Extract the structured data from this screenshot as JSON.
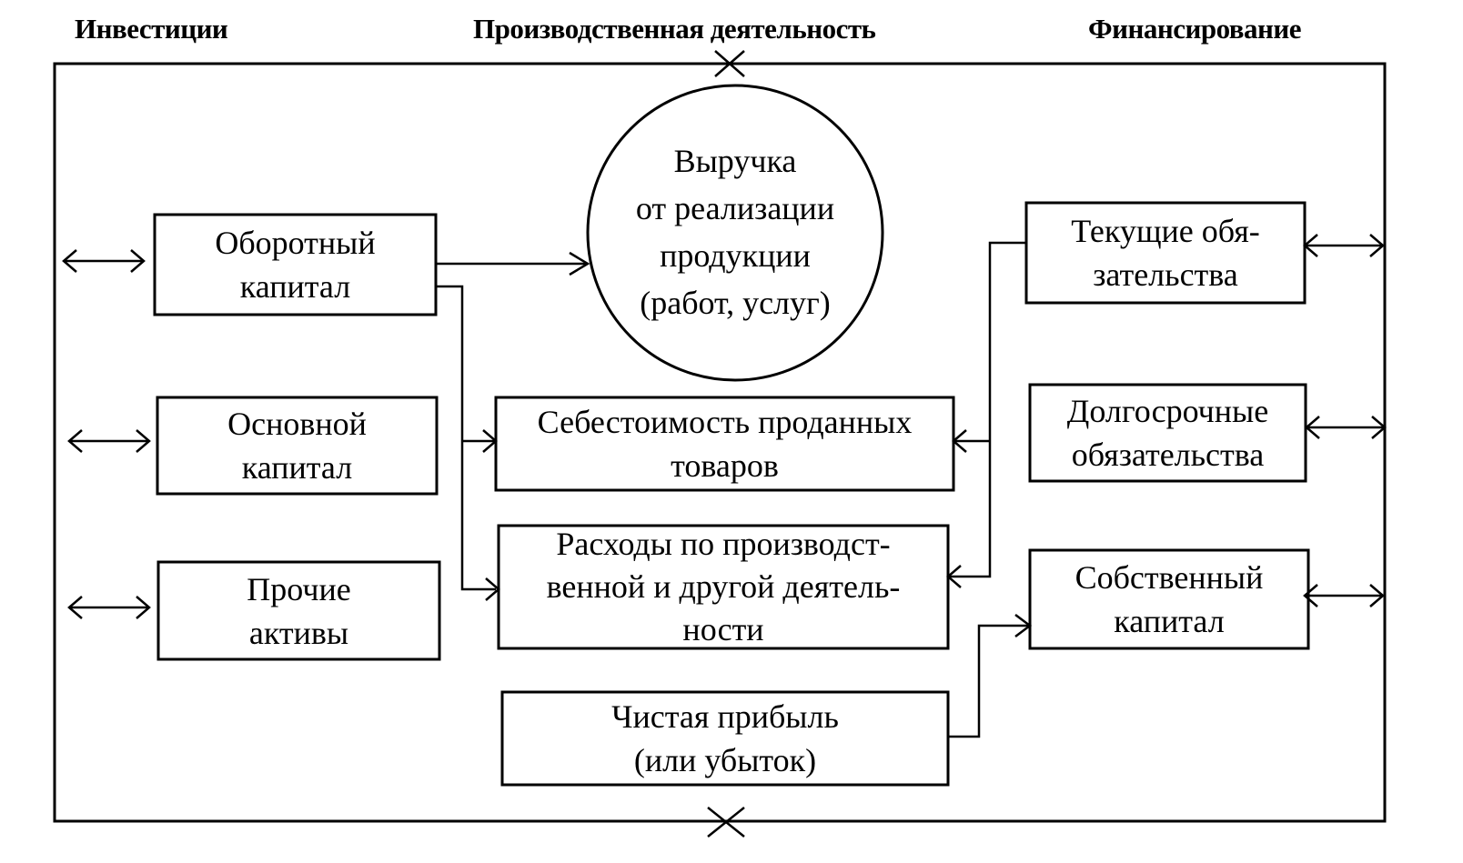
{
  "headings": {
    "left": "Инвестиции",
    "center": "Производственная деятельность",
    "right": "Финансирование"
  },
  "nodes": {
    "working_capital": [
      "Оборотный",
      "капитал"
    ],
    "fixed_capital": [
      "Основной",
      "капитал"
    ],
    "other_assets": [
      "Прочие",
      "активы"
    ],
    "revenue": [
      "Выручка",
      "от реализации",
      "продукции",
      "(работ, услуг)"
    ],
    "cogs": [
      "Себестоимость проданных",
      "товаров"
    ],
    "expenses": [
      "Расходы по производст-",
      "венной и другой деятель-",
      "ности"
    ],
    "net_profit": [
      "Чистая прибыль",
      "(или убыток)"
    ],
    "current_liabilities": [
      "Текущие обя-",
      "зательства"
    ],
    "long_term_liabilities": [
      "Долгосрочные",
      "обязательства"
    ],
    "equity": [
      "Собственный",
      "капитал"
    ]
  },
  "colors": {
    "stroke": "#000000",
    "background": "#ffffff"
  }
}
